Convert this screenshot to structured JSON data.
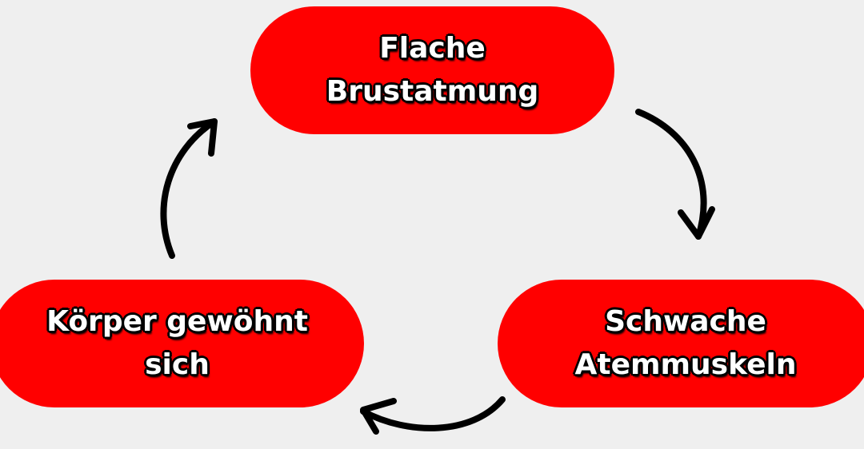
{
  "nodes": [
    {
      "label": "Flache Brustatmung",
      "lines": [
        "Flache",
        "Brustatmung"
      ]
    },
    {
      "label": "Schwache Atemmuskeln",
      "lines": [
        "Schwache",
        "Atemmuskeln"
      ]
    },
    {
      "label": "Körper gewöhnt sich",
      "lines": [
        "Körper gewöhnt",
        "sich"
      ]
    }
  ],
  "colors": {
    "node_fill": "#ff0000",
    "background": "#efefef",
    "arrow": "#000000",
    "text": "#ffffff"
  }
}
